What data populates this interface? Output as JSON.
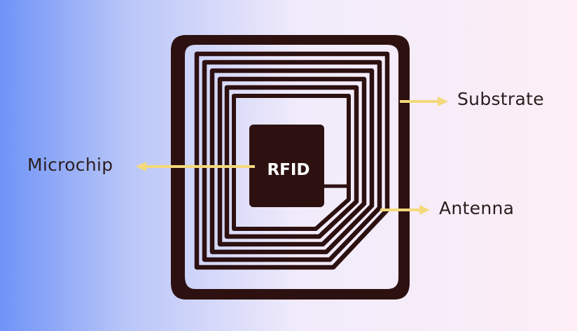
{
  "chip_text": "RFID",
  "labels": {
    "substrate": "Substrate",
    "microchip": "Microchip",
    "antenna": "Antenna"
  },
  "colors": {
    "tag": "#2d1111",
    "arrow": "#f3d97a",
    "chip_text": "#ffffff"
  }
}
